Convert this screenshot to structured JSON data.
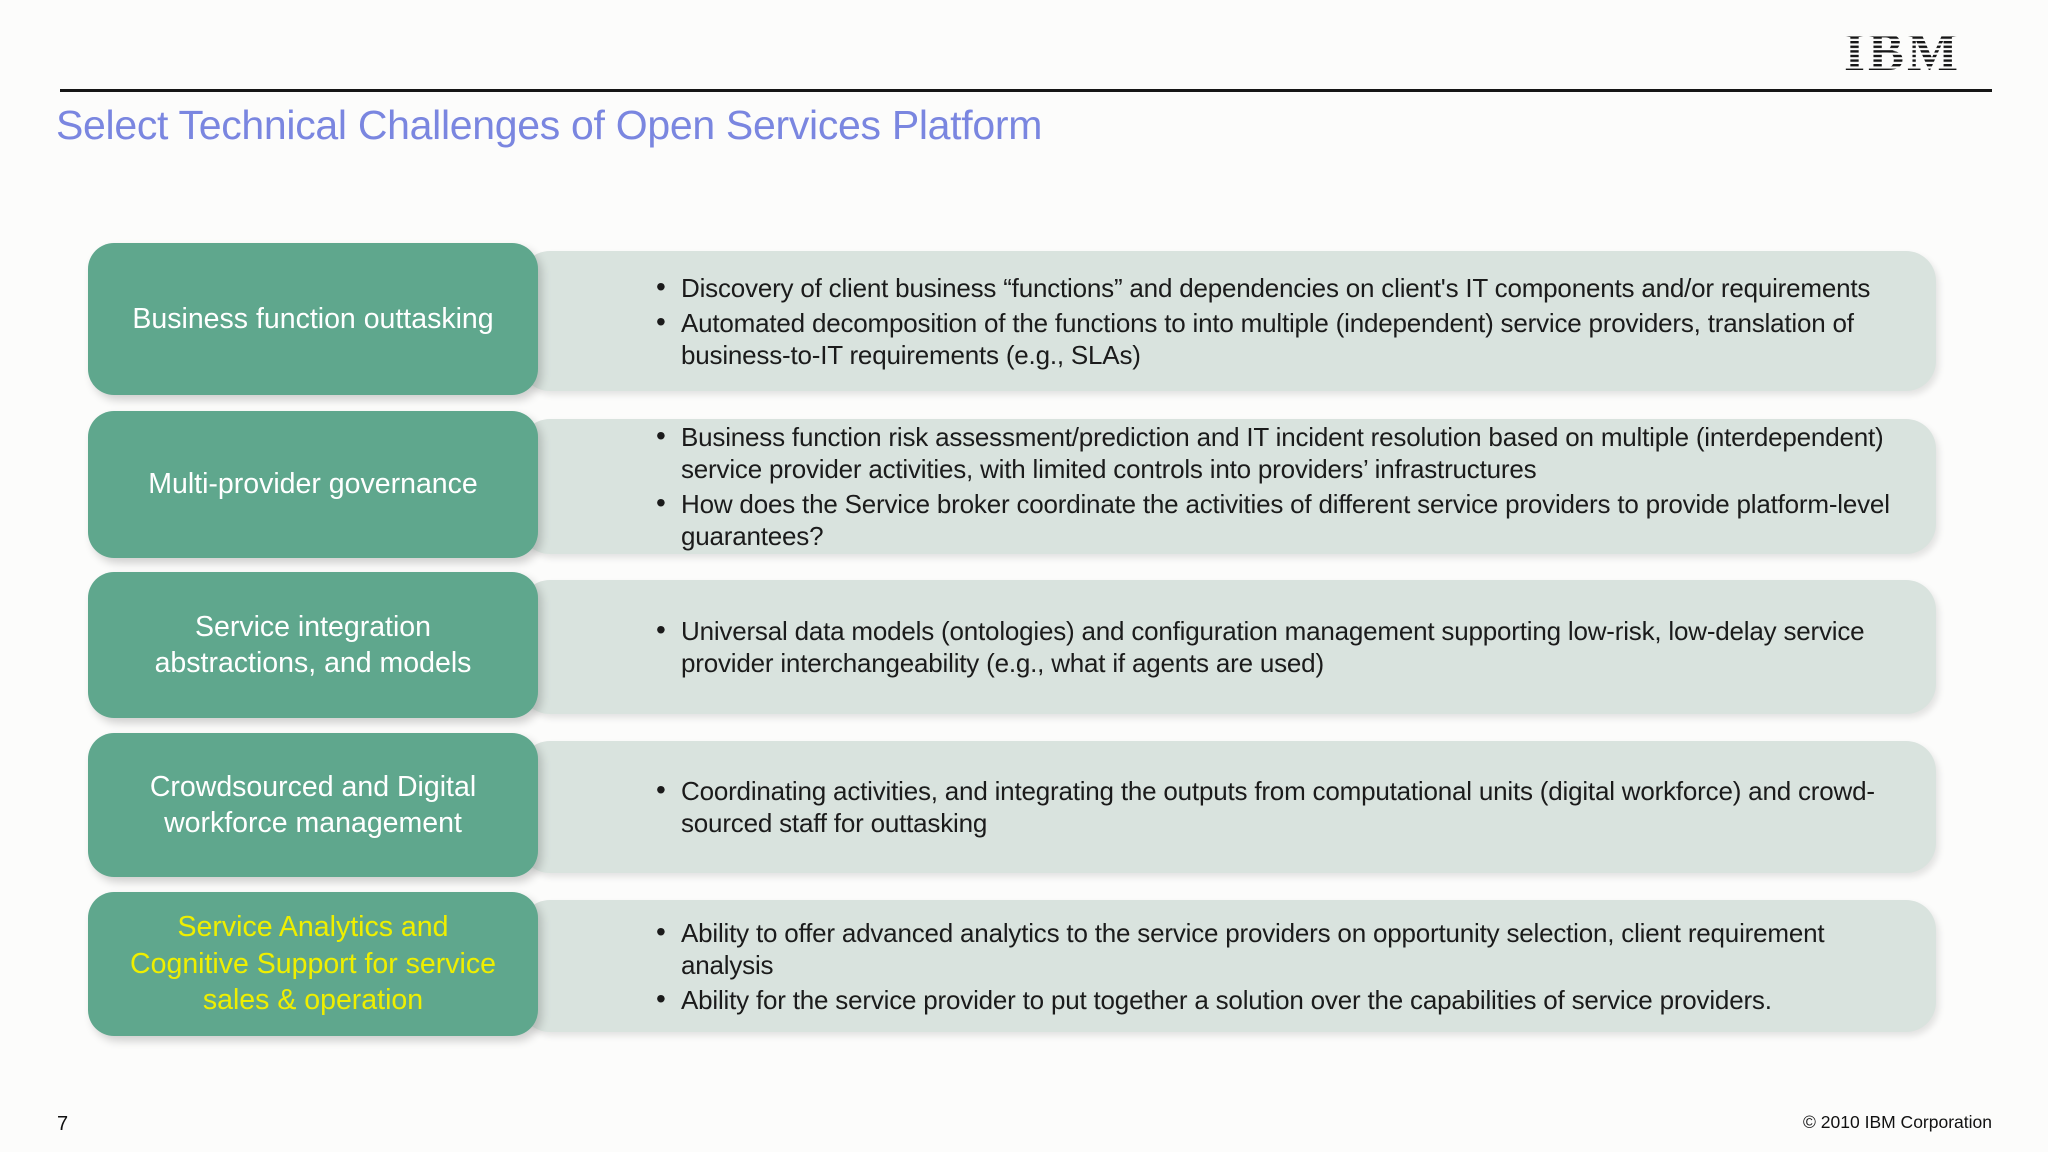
{
  "header": {
    "title": "Select Technical Challenges of Open Services Platform",
    "logo": "IBM"
  },
  "rows": [
    {
      "label": "Business function outtasking",
      "bullets": [
        "Discovery of client business “functions” and dependencies on client's IT components and/or requirements",
        "Automated decomposition of the functions to into multiple (independent) service providers, translation of business-to-IT requirements (e.g., SLAs)"
      ]
    },
    {
      "label": "Multi-provider governance",
      "bullets": [
        "Business function risk assessment/prediction and IT incident resolution based on multiple (interdependent) service provider activities, with limited controls into providers’ infrastructures",
        "How does the Service broker coordinate the activities of different service providers to provide platform-level guarantees?"
      ]
    },
    {
      "label": "Service integration abstractions, and models",
      "bullets": [
        "Universal data models (ontologies) and configuration management supporting low-risk, low-delay service provider interchangeability (e.g., what if agents are used)"
      ]
    },
    {
      "label": "Crowdsourced and Digital workforce management",
      "bullets": [
        "Coordinating activities, and integrating the outputs from computational units (digital workforce) and crowd-sourced staff for outtasking"
      ]
    },
    {
      "label": "Service Analytics and Cognitive Support for service sales & operation",
      "bullets": [
        "Ability to offer advanced analytics to the service providers on opportunity selection, client requirement analysis",
        "Ability for the service provider to put together a solution over the capabilities of service providers."
      ]
    }
  ],
  "footer": {
    "page_number": "7",
    "copyright": "© 2010 IBM Corporation"
  },
  "colors": {
    "title_text": "#7a86e0",
    "label_box_bg": "#5fa78d",
    "content_box_bg": "#d9e3de",
    "label_text": "#ffffff",
    "highlight_label_text": "#efef00",
    "rule": "#161616"
  }
}
